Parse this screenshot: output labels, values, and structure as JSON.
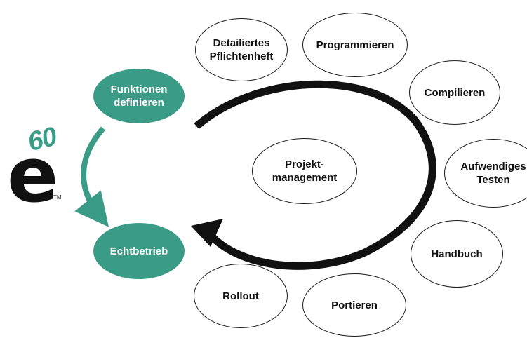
{
  "colors": {
    "accent": "#3a9c86",
    "outline": "#1a1a1a",
    "arrow": "#111111"
  },
  "logo": {
    "letter": "e",
    "number": "60",
    "trademark": "TM"
  },
  "teal_nodes": {
    "define": "Funktionen\ndefinieren",
    "operate": "Echtbetrieb"
  },
  "center": {
    "label": "Projekt-\nmanagement"
  },
  "cycle": {
    "spec": "Detailiertes\nPflichtenheft",
    "programming": "Programmieren",
    "compiling": "Compilieren",
    "testing": "Aufwendiges\nTesten",
    "manual": "Handbuch",
    "porting": "Portieren",
    "rollout": "Rollout"
  }
}
